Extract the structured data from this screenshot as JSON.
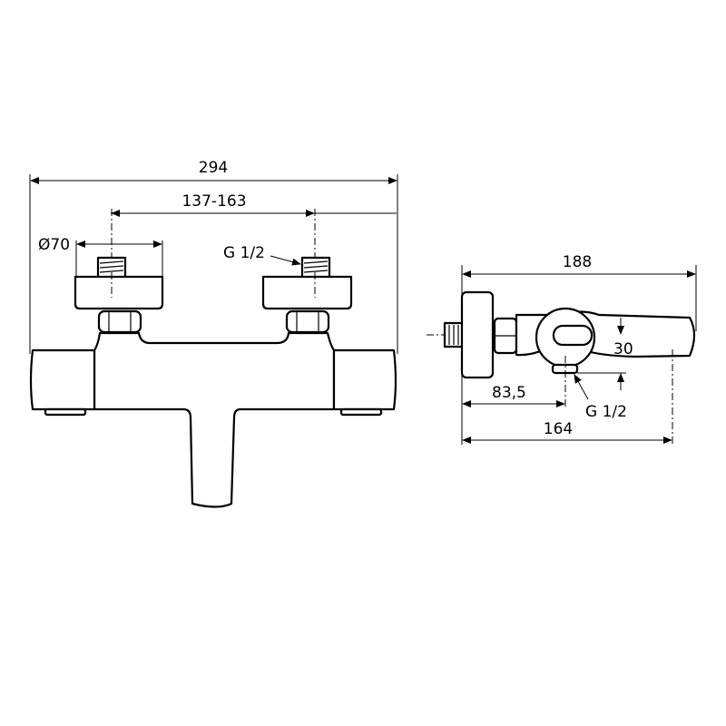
{
  "front_view": {
    "dim_overall_width": "294",
    "dim_inlet_spacing": "137-163",
    "dim_flange_diameter": "Ø70",
    "dim_inlet_thread": "G 1/2"
  },
  "side_view": {
    "dim_overall_depth": "188",
    "dim_outlet_height": "30",
    "dim_outlet_offset": "83,5",
    "dim_outlet_thread": "G 1/2",
    "dim_body_depth": "164"
  }
}
